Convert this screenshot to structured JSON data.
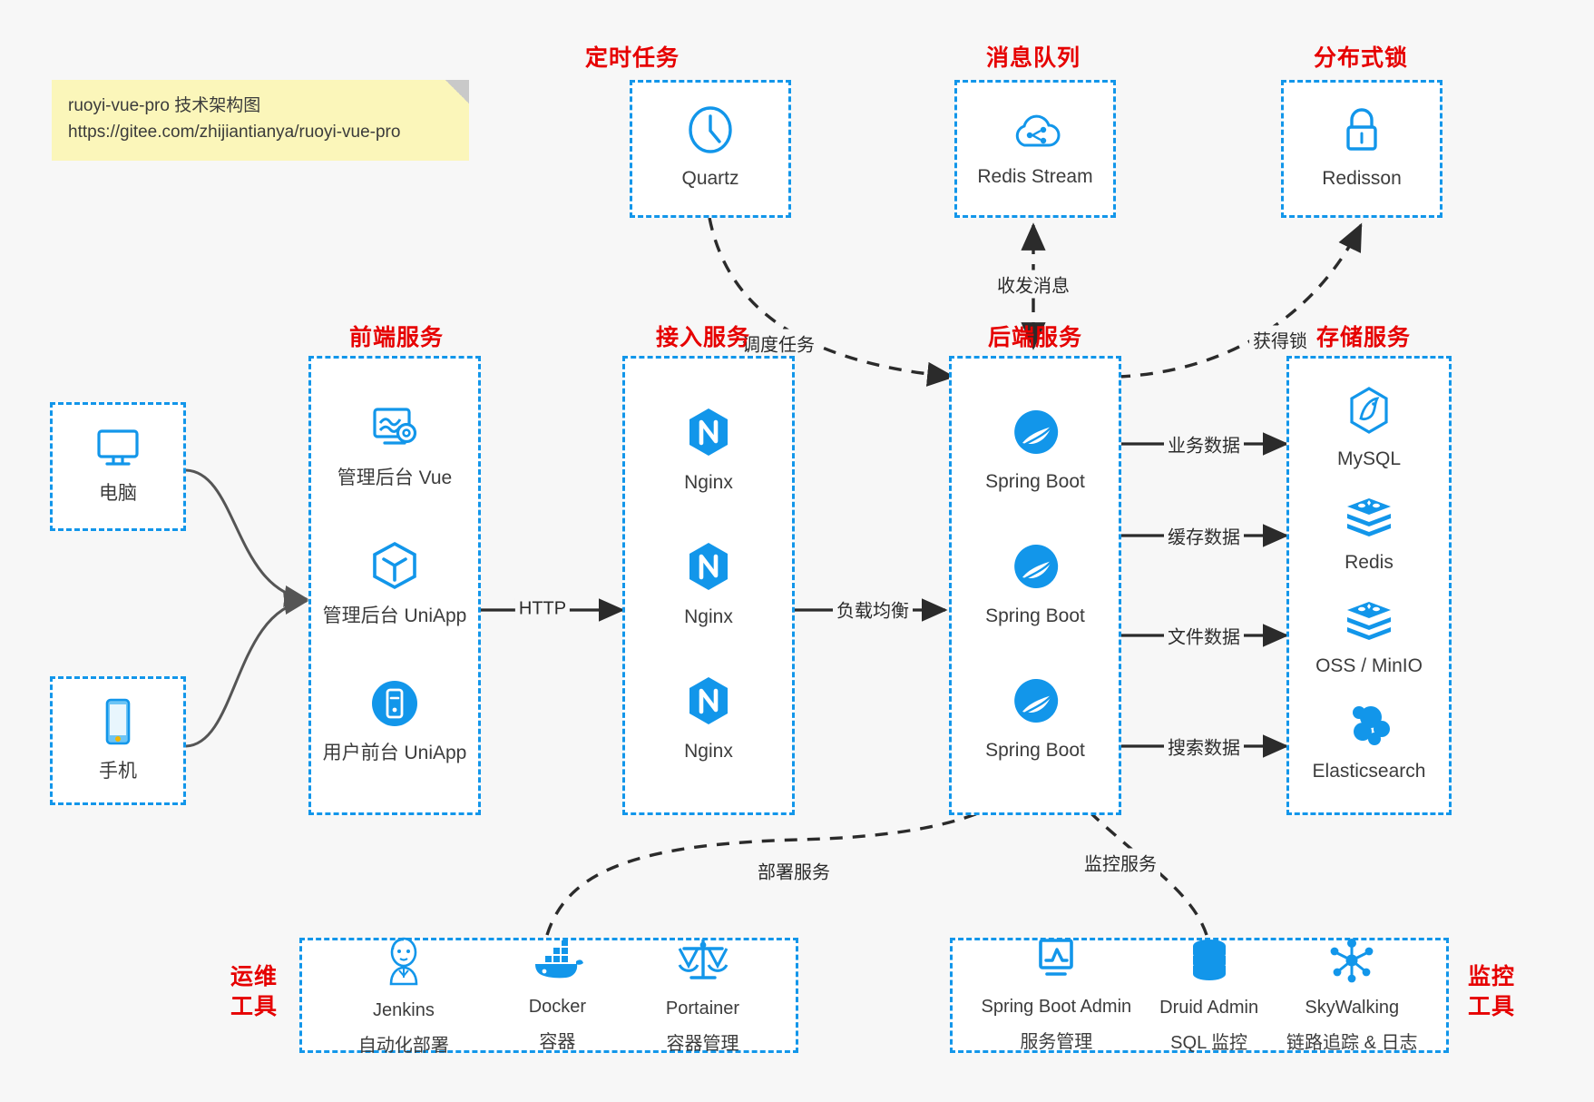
{
  "note": {
    "line1": "ruoyi-vue-pro 技术架构图",
    "line2": "https://gitee.com/zhijiantianya/ruoyi-vue-pro"
  },
  "colors": {
    "accent_blue": "#1296ea",
    "title_red": "#e60000",
    "background": "#f7f7f7",
    "note_yellow": "#fbf6ba",
    "arrow_dark": "#2b2b2b",
    "client_arrow_gray": "#555555"
  },
  "groups": {
    "scheduled_task": {
      "title": "定时任务",
      "nodes": [
        {
          "label": "Quartz",
          "icon": "clock-icon"
        }
      ]
    },
    "message_queue": {
      "title": "消息队列",
      "nodes": [
        {
          "label": "Redis Stream",
          "icon": "cloud-stream-icon"
        }
      ]
    },
    "distributed_lock": {
      "title": "分布式锁",
      "nodes": [
        {
          "label": "Redisson",
          "icon": "lock-icon"
        }
      ]
    },
    "client_pc": {
      "nodes": [
        {
          "label": "电脑",
          "icon": "desktop-icon"
        }
      ]
    },
    "client_mobile": {
      "nodes": [
        {
          "label": "手机",
          "icon": "smartphone-icon"
        }
      ]
    },
    "frontend": {
      "title": "前端服务",
      "nodes": [
        {
          "label": "管理后台 Vue",
          "icon": "dashboard-settings-icon"
        },
        {
          "label": "管理后台 UniApp",
          "icon": "cube-icon"
        },
        {
          "label": "用户前台 UniApp",
          "icon": "mobile-app-icon"
        }
      ]
    },
    "gateway": {
      "title": "接入服务",
      "nodes": [
        {
          "label": "Nginx",
          "icon": "nginx-icon"
        },
        {
          "label": "Nginx",
          "icon": "nginx-icon"
        },
        {
          "label": "Nginx",
          "icon": "nginx-icon"
        }
      ]
    },
    "backend": {
      "title": "后端服务",
      "nodes": [
        {
          "label": "Spring Boot",
          "icon": "spring-boot-icon"
        },
        {
          "label": "Spring Boot",
          "icon": "spring-boot-icon"
        },
        {
          "label": "Spring Boot",
          "icon": "spring-boot-icon"
        }
      ]
    },
    "storage": {
      "title": "存储服务",
      "nodes": [
        {
          "label": "MySQL",
          "icon": "mysql-icon"
        },
        {
          "label": "Redis",
          "icon": "redis-stack-icon"
        },
        {
          "label": "OSS / MinIO",
          "icon": "oss-stack-icon"
        },
        {
          "label": "Elasticsearch",
          "icon": "elasticsearch-icon"
        }
      ]
    },
    "devops": {
      "title": "运维\n工具",
      "title_line1": "运维",
      "title_line2": "工具",
      "nodes": [
        {
          "label": "Jenkins",
          "sub": "自动化部署",
          "icon": "jenkins-icon"
        },
        {
          "label": "Docker",
          "sub": "容器",
          "icon": "docker-icon"
        },
        {
          "label": "Portainer",
          "sub": "容器管理",
          "icon": "scales-icon"
        }
      ]
    },
    "monitoring": {
      "title_line1": "监控",
      "title_line2": "工具",
      "nodes": [
        {
          "label": "Spring Boot Admin",
          "sub": "服务管理",
          "icon": "monitor-chart-icon"
        },
        {
          "label": "Druid Admin",
          "sub": "SQL 监控",
          "icon": "database-icon"
        },
        {
          "label": "SkyWalking",
          "sub": "链路追踪 & 日志",
          "icon": "skywalking-icon"
        }
      ]
    }
  },
  "edges": [
    {
      "id": "schedule-task",
      "label": "调度任务",
      "style": "dashed"
    },
    {
      "id": "send-receive-message",
      "label": "收发消息",
      "style": "dashed"
    },
    {
      "id": "acquire-lock",
      "label": "获得锁",
      "style": "dashed"
    },
    {
      "id": "http",
      "label": "HTTP",
      "style": "solid"
    },
    {
      "id": "load-balance",
      "label": "负载均衡",
      "style": "solid"
    },
    {
      "id": "business-data",
      "label": "业务数据",
      "style": "solid"
    },
    {
      "id": "cache-data",
      "label": "缓存数据",
      "style": "solid"
    },
    {
      "id": "file-data",
      "label": "文件数据",
      "style": "solid"
    },
    {
      "id": "search-data",
      "label": "搜索数据",
      "style": "solid"
    },
    {
      "id": "deploy-service",
      "label": "部署服务",
      "style": "dashed"
    },
    {
      "id": "monitor-service",
      "label": "监控服务",
      "style": "dashed"
    }
  ]
}
